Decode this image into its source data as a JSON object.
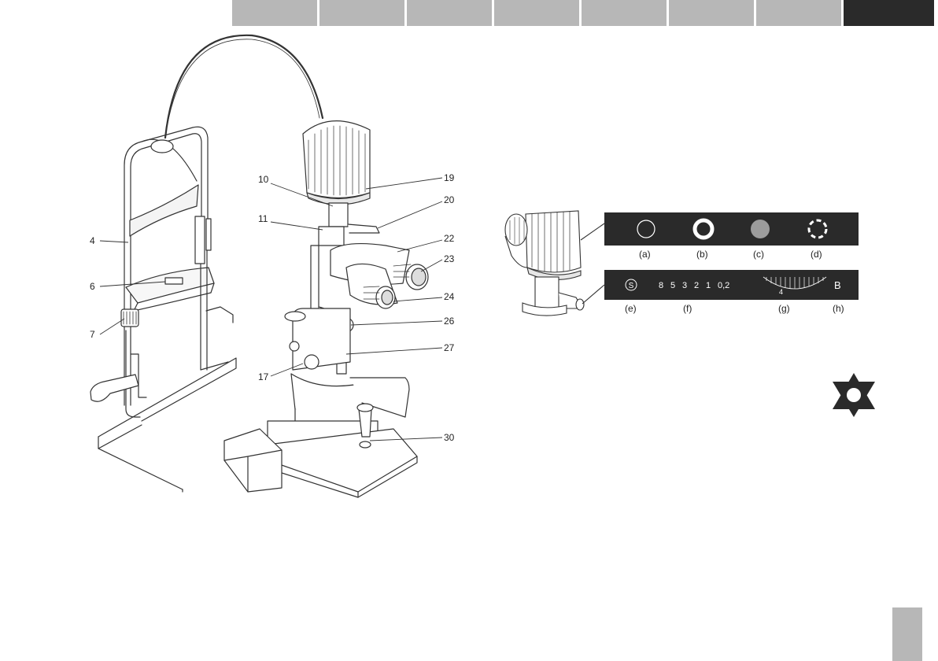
{
  "tabs": [
    {
      "id": "tab-1",
      "active": false
    },
    {
      "id": "tab-2",
      "active": false
    },
    {
      "id": "tab-3",
      "active": false
    },
    {
      "id": "tab-4",
      "active": false
    },
    {
      "id": "tab-5",
      "active": false
    },
    {
      "id": "tab-6",
      "active": false
    },
    {
      "id": "tab-7",
      "active": false
    },
    {
      "id": "tab-8",
      "active": true
    }
  ],
  "callouts": {
    "c4": "4",
    "c6": "6",
    "c7": "7",
    "c10": "10",
    "c11": "11",
    "c17": "17",
    "c19": "19",
    "c20": "20",
    "c22": "22",
    "c23": "23",
    "c24": "24",
    "c26": "26",
    "c27": "27",
    "c30": "30"
  },
  "filter_strip": {
    "labels": {
      "a": "(a)",
      "b": "(b)",
      "c": "(c)",
      "d": "(d)"
    }
  },
  "slit_strip": {
    "s_symbol": "S",
    "values": [
      "8",
      "5",
      "3",
      "2",
      "1",
      "0,2"
    ],
    "scale_mark": "4",
    "b_label": "B",
    "labels": {
      "e": "(e)",
      "f": "(f)",
      "g": "(g)",
      "h": "(h)"
    }
  },
  "colors": {
    "strip": "#2a2a2a",
    "tab": "#b7b7b7",
    "tab_active": "#2a2a2a"
  }
}
